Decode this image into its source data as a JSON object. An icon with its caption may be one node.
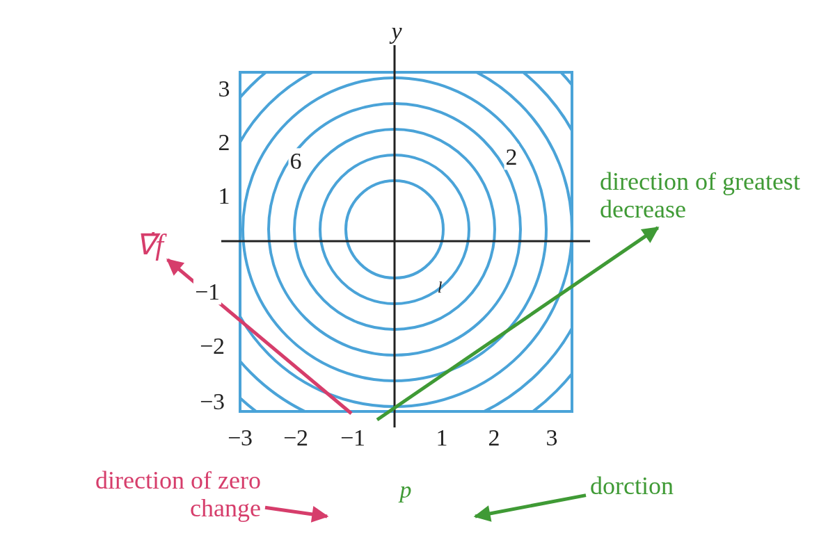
{
  "diagram": {
    "nodes": [
      {
        "text": [
          "∇̇f"
        ]
      },
      {
        "text": [
          "direction of greatest decrease"
        ]
      },
      {
        "text": [
          "direction of zero change"
        ]
      },
      {
        "text": [
          "dorction"
        ]
      }
    ],
    "edges": [
      {
        "from": null,
        "to": 0,
        "arrow": "to",
        "color": "#d63d6b"
      },
      {
        "from": null,
        "to": 1,
        "arrow": "to",
        "color": "#3f9a35"
      },
      {
        "from": 2,
        "to": null,
        "arrow": "to",
        "color": "#d63d6b"
      },
      {
        "from": 3,
        "to": null,
        "arrow": "to",
        "color": "#3f9a35"
      }
    ],
    "labels": [
      "y",
      "3",
      "2",
      "6",
      "2",
      "1",
      "−1",
      "l",
      "−2",
      "−3",
      "−3",
      "−2",
      "−1",
      "1",
      "2",
      "3",
      "p"
    ]
  }
}
